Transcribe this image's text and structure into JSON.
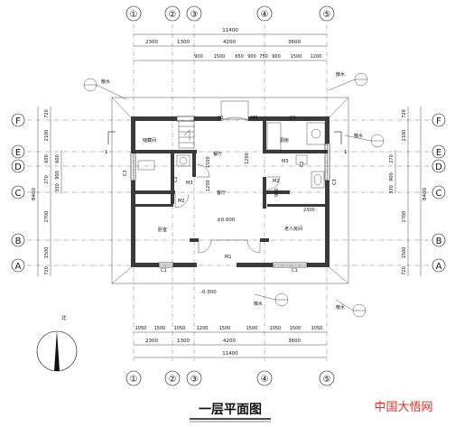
{
  "title": "一层平面图",
  "watermark": "中国大悟网",
  "axes_top": [
    "①",
    "②",
    "③",
    "④",
    "⑤"
  ],
  "axes_left": [
    "F",
    "E",
    "D",
    "C",
    "B",
    "A"
  ],
  "dims": {
    "total": "11400",
    "row_top": [
      "2300",
      "1300",
      "4200",
      "3600"
    ],
    "row_top_detail": [
      "900",
      "1500",
      "650",
      "900",
      "750",
      "900",
      "1500",
      "1200"
    ],
    "row_bottom_detail": [
      "1050",
      "1500",
      "1050",
      "1200",
      "1500",
      "1500",
      "1050",
      "1500",
      "1050"
    ],
    "row_bottom": [
      "2300",
      "1300",
      "4200",
      "3600"
    ],
    "side_total": "8400",
    "side_left": [
      "720",
      "2100",
      "600",
      "270",
      "2700",
      "1500",
      "720"
    ],
    "side_inner": [
      "600",
      "900",
      "330"
    ],
    "side_right": [
      "720",
      "2100",
      "270",
      "900",
      "330",
      "2700",
      "1500",
      "720"
    ]
  },
  "rooms": {
    "storage": "储藏间",
    "kitchen": "厨房",
    "hall": "餐厅",
    "living": "客厅",
    "bedroom": "卧室",
    "elder_room": "老人房间",
    "dining_dim": "2300"
  },
  "labels": {
    "window_c1": "C1",
    "door_m5": "M5",
    "door_m1": "M1",
    "door_m2": "M2",
    "door_m3": "M3",
    "window_c2": "C2",
    "window_c3": "C3",
    "door_width_1200": "1200",
    "door_width_900": "900",
    "dim_1500": "1500",
    "dim_1200": "1200",
    "zero_level": "±0.000",
    "lower_level": "-0.300",
    "section_mark": "1",
    "detail_ref": "散水",
    "north": "北"
  }
}
